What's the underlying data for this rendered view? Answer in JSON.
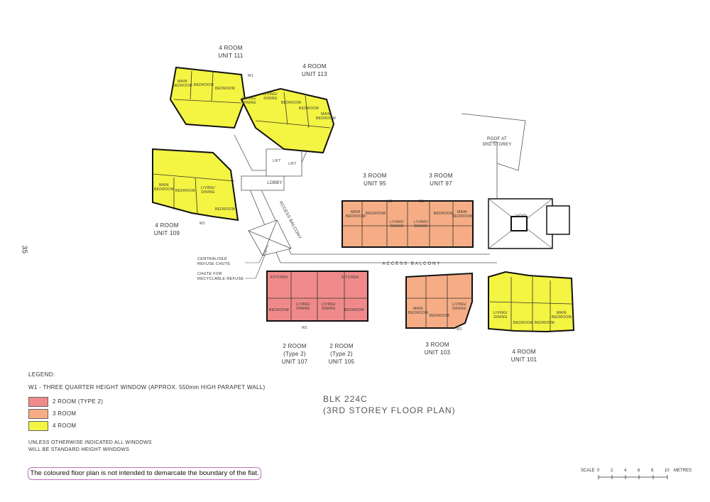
{
  "page_number": "35",
  "units": [
    {
      "type": "4 ROOM",
      "unit": "UNIT 111"
    },
    {
      "type": "4 ROOM",
      "unit": "UNIT 113"
    },
    {
      "type": "4 ROOM",
      "unit": "UNIT 109"
    },
    {
      "type": "3 ROOM",
      "unit": "UNIT 95"
    },
    {
      "type": "3 ROOM",
      "unit": "UNIT 97"
    },
    {
      "type": "2 ROOM",
      "subtype": "(Type 2)",
      "unit": "UNIT 107"
    },
    {
      "type": "2 ROOM",
      "subtype": "(Type 2)",
      "unit": "UNIT 105"
    },
    {
      "type": "3 ROOM",
      "unit": "UNIT 103"
    },
    {
      "type": "4 ROOM",
      "unit": "UNIT 101"
    }
  ],
  "plan_labels": {
    "roof": "ROOF AT",
    "roof2": "3RD STOREY",
    "void": "VOID",
    "lobby": "LOBBY",
    "lift": "LIFT",
    "access_balcony": "ACCESS BALCONY",
    "refuse_chute": "CENTRALISED",
    "refuse_chute2": "REFUSE CHUTE",
    "recycle_chute": "CHUTE FOR",
    "recycle_chute2": "RECYCLABLE REFUSE",
    "w1": "W1",
    "main_bedroom": "MAIN BEDROOM",
    "bedroom": "BEDROOM",
    "living": "LIVING/ DINING",
    "kitchen": "KITCHEN"
  },
  "legend": {
    "title": "LEGEND:",
    "w1_note": "W1 - THREE QUARTER HEIGHT WINDOW (APPROX. 550mm HIGH PARAPET WALL)",
    "items": [
      {
        "label": "2 ROOM (TYPE 2)",
        "color": "#f08a8a"
      },
      {
        "label": "3 ROOM",
        "color": "#f6ad85"
      },
      {
        "label": "4 ROOM",
        "color": "#f4f442"
      }
    ],
    "note_line1": "UNLESS OTHERWISE INDICATED ALL WINDOWS",
    "note_line2": "WILL BE STANDARD HEIGHT WINDOWS"
  },
  "block_title": {
    "line1": "BLK 224C",
    "line2": "(3RD STOREY FLOOR PLAN)"
  },
  "disclaimer": "The coloured floor plan is not intended to demarcate the boundary of the flat.",
  "scale": {
    "label": "SCALE",
    "ticks": [
      "0",
      "2",
      "4",
      "6",
      "8",
      "10"
    ],
    "unit": "METRES"
  },
  "colors": {
    "two_room": "#f08a8a",
    "three_room": "#f6ad85",
    "four_room": "#f4f442",
    "wall": "#111111",
    "line": "#444444"
  }
}
